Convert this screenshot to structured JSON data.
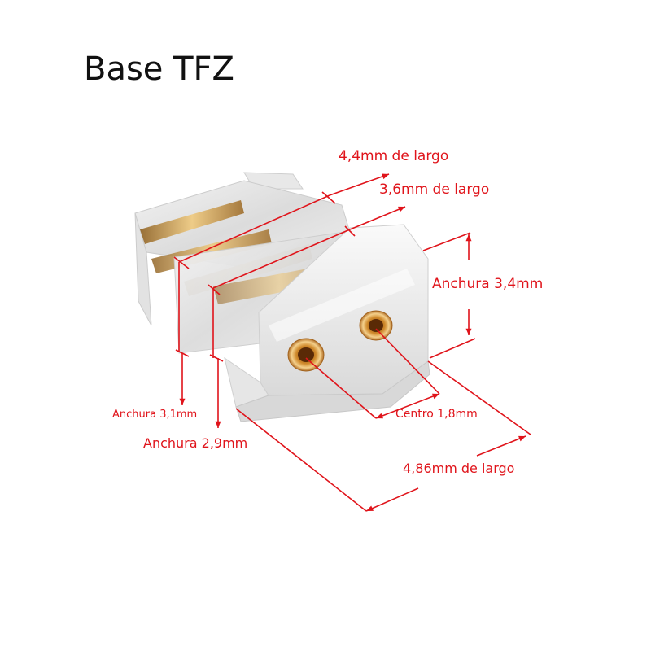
{
  "title": "Base TFZ",
  "annotation_color": "#e0141b",
  "dimensions": {
    "length_top_outer": "4,4mm de largo",
    "length_top_inner": "3,6mm de largo",
    "width_right": "Anchura 3,4mm",
    "width_left_1": "Anchura 3,1mm",
    "width_left_2": "Anchura 2,9mm",
    "center": "Centro 1,8mm",
    "length_bottom": "4,86mm de largo"
  }
}
